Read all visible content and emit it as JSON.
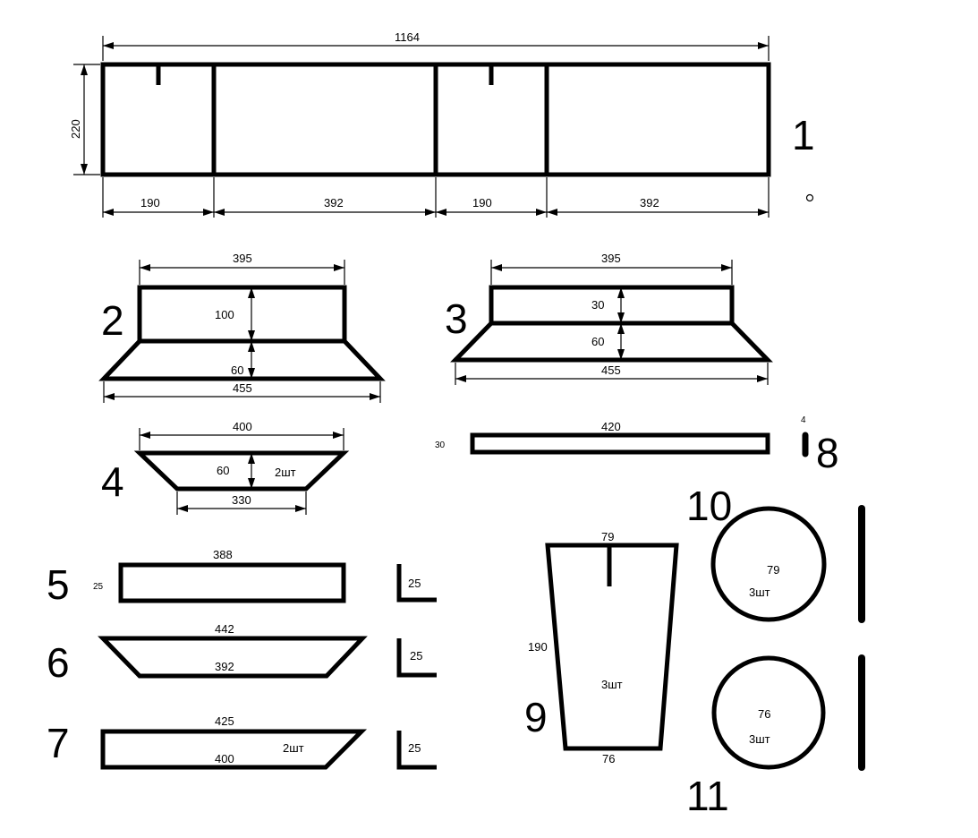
{
  "drawing": {
    "part1": {
      "number": "1",
      "total_length": "1164",
      "height": "220",
      "segments": [
        "190",
        "392",
        "190",
        "392"
      ],
      "mark": "o"
    },
    "part2": {
      "number": "2",
      "top_width": "395",
      "bottom_width": "455",
      "upper_height": "100",
      "lower_height": "60"
    },
    "part3": {
      "number": "3",
      "top_width": "395",
      "bottom_width": "455",
      "upper_height": "30",
      "lower_height": "60"
    },
    "part4": {
      "number": "4",
      "top_width": "400",
      "bottom_width": "330",
      "height": "60",
      "qty": "2шт"
    },
    "part5": {
      "number": "5",
      "length": "388",
      "height": "25",
      "profile": "25"
    },
    "part6": {
      "number": "6",
      "top_width": "442",
      "bottom_width": "392",
      "profile": "25"
    },
    "part7": {
      "number": "7",
      "top_width": "425",
      "bottom_width": "400",
      "qty": "2шт",
      "profile": "25"
    },
    "part8": {
      "number": "8",
      "size": "4",
      "strip_length": "420",
      "strip_height": "30"
    },
    "part9": {
      "number": "9",
      "top_width": "79",
      "bottom_width": "76",
      "height": "190",
      "qty": "3шт"
    },
    "part10": {
      "number": "10",
      "diameter": "79",
      "qty": "3шт"
    },
    "part11": {
      "number": "11",
      "diameter": "76",
      "qty": "3шт"
    }
  }
}
